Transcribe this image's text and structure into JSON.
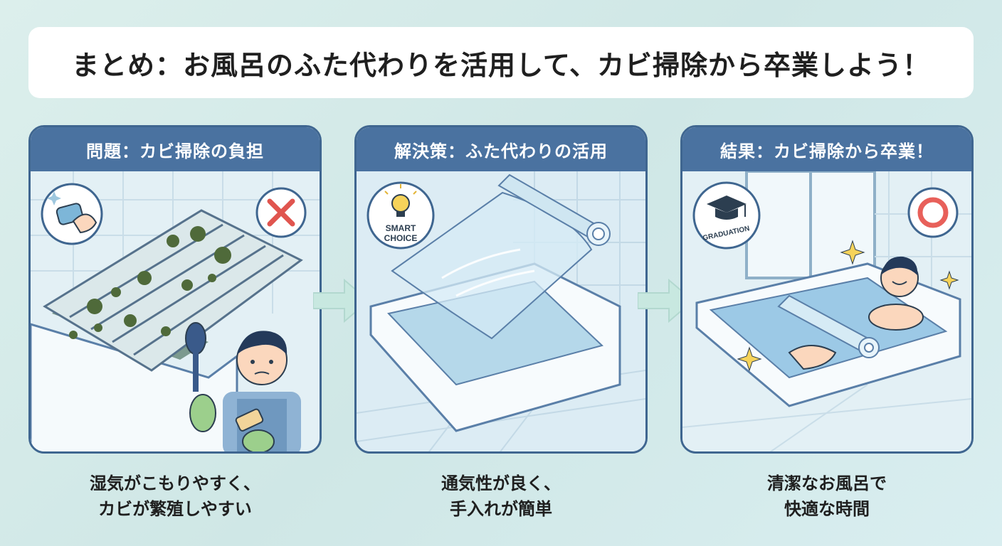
{
  "title": "まとめ：お風呂のふた代わりを活用して、カビ掃除から卒業しよう！",
  "panels": [
    {
      "header": "問題：カビ掃除の負担",
      "caption_line1": "湿気がこもりやすく、",
      "caption_line2": "カビが繁殖しやすい",
      "badge": "cross-mark",
      "icon": "sponge-hand-icon"
    },
    {
      "header": "解決策：ふた代わりの活用",
      "caption_line1": "通気性が良く、",
      "caption_line2": "手入れが簡単",
      "badge_line1": "SMART",
      "badge_line2": "CHOICE",
      "icon": "lightbulb-icon"
    },
    {
      "header": "結果：カビ掃除から卒業！",
      "caption_line1": "清潔なお風呂で",
      "caption_line2": "快適な時間",
      "badge_text": "GRADUATION",
      "badge": "circle-mark",
      "icon": "graduation-cap-icon"
    }
  ],
  "colors": {
    "header_blue": "#4a72a0",
    "border_blue": "#3f6690",
    "cross_red": "#e0554f",
    "circle_red": "#e8605a",
    "arrow_mint": "#c8e8e0",
    "mold_green": "#4f6a3a"
  }
}
